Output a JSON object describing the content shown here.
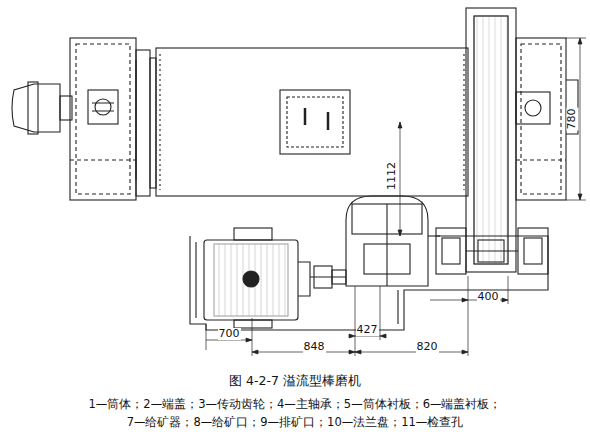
{
  "diagram": {
    "caption": "图 4-2-7  溢流型棒磨机",
    "labels": [
      "780",
      "1112",
      "400",
      "700",
      "848",
      "427",
      "820",
      "1—筒体；2—端盖；3—传动齿轮；4—主轴承；5—筒体衬板；6—端盖衬板；",
      "7—给矿器；8—给矿口；9—排矿口；10—法兰盘；11—检查孔"
    ]
  }
}
